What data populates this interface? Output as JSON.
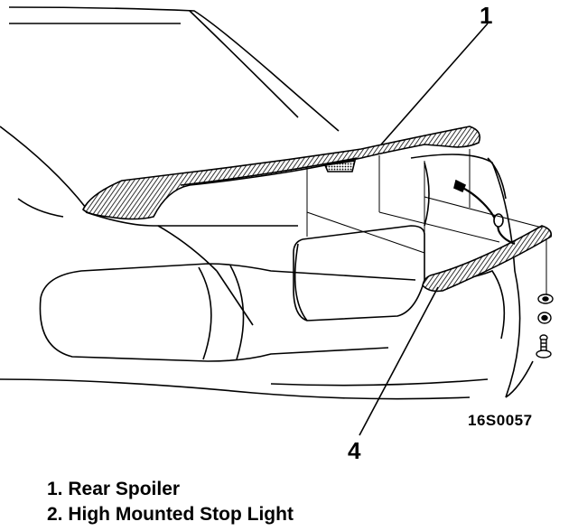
{
  "diagram": {
    "callouts": [
      {
        "id": "1",
        "label": "1"
      },
      {
        "id": "4",
        "label": "4"
      }
    ],
    "figure_code": "16S0057",
    "legend": [
      "1. Rear Spoiler",
      "2. High Mounted Stop Light"
    ]
  }
}
